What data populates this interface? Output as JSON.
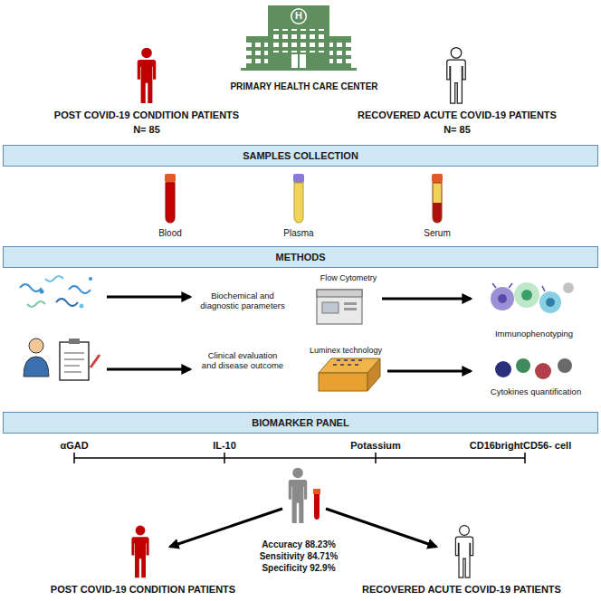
{
  "diagram": {
    "nodes": [
      {
        "text": [
          "SAMPLES COLLECTION"
        ]
      },
      {
        "text": [
          "METHODS"
        ]
      },
      {
        "text": [
          "BIOMARKER PANEL"
        ]
      }
    ],
    "labels": [
      "H",
      "PRIMARY HEALTH CARE CENTER",
      "POST COVID-19 CONDITION PATIENTS",
      "N= 85",
      "RECOVERED ACUTE COVID-19 PATIENTS",
      "N= 85",
      "Blood",
      "Plasma",
      "Serum",
      "Biochemical and diagnostic parameters",
      "Flow Cytometry",
      "Immunophenotyping",
      "Clinical evaluation and disease outcome",
      "Luminex technology",
      "Cytokines quantification",
      "αGAD",
      "IL-10",
      "Potassium",
      "CD16brightCD56- cell",
      "Accuracy 88.23%",
      "Sensitivity 84.71%",
      "Specificity 92.9%",
      "POST COVID-19 CONDITION PATIENTS",
      "RECOVERED ACUTE COVID-19 PATIENTS"
    ]
  }
}
